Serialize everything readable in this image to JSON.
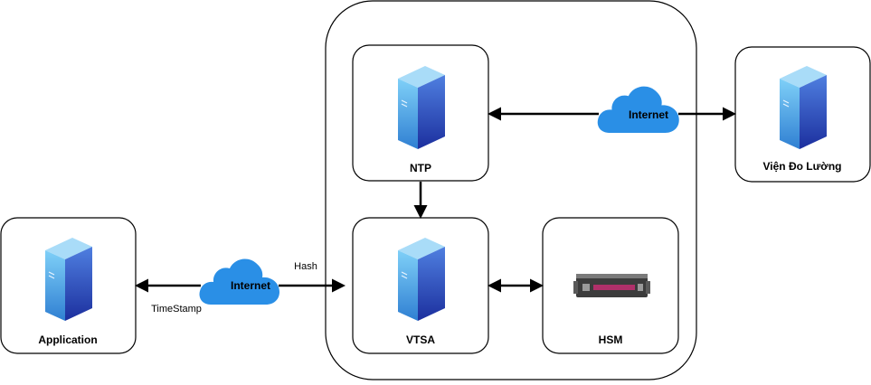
{
  "diagram": {
    "nodes": {
      "application": {
        "label": "Application"
      },
      "ntp": {
        "label": "NTP"
      },
      "vtsa": {
        "label": "VTSA"
      },
      "hsm": {
        "label": "HSM"
      },
      "vien_do_luong": {
        "label": "Viện Đo Lường"
      }
    },
    "clouds": {
      "left": {
        "label": "Internet"
      },
      "right": {
        "label": "Internet"
      }
    },
    "edge_labels": {
      "hash": "Hash",
      "timestamp": "TimeStamp"
    }
  },
  "colors": {
    "cloud": "#2a8fe6",
    "server_front": "#2b46b8",
    "server_side": "#5ab8f0",
    "server_top": "#9bd4f6",
    "hsm_body": "#4a4a4a",
    "hsm_accent": "#b0306a",
    "stroke": "#000000"
  },
  "icons": {
    "server": "server-tower-icon",
    "cloud": "cloud-icon",
    "hsm": "rack-appliance-icon"
  }
}
